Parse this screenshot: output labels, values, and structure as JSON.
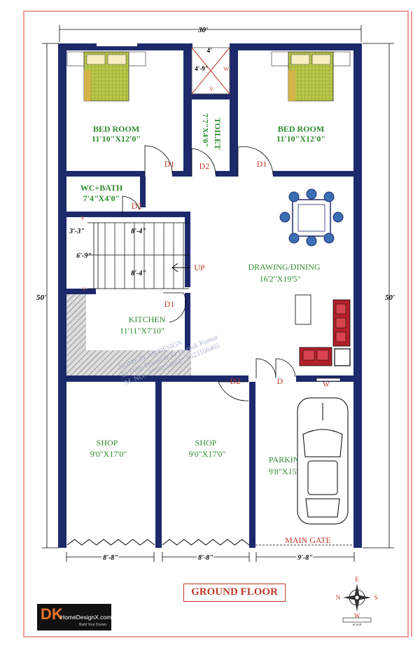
{
  "title": "GROUND FLOOR",
  "dimensions": {
    "overall_width": "30'",
    "overall_depth_left": "50'",
    "overall_depth_right": "50'",
    "toilet_top_w": "4'",
    "toilet_top_h": "4'-9\"",
    "stair_offset": "3'-3\"",
    "stair_width_1": "8'-4\"",
    "stair_landing": "6'-9\"",
    "stair_width_2": "8'-4\"",
    "bottom_1": "8'-8\"",
    "bottom_2": "8'-8\"",
    "bottom_3": "9'-8\""
  },
  "rooms": {
    "bedroom_left": {
      "name": "BED ROOM",
      "size": "11'10\"X12'0\""
    },
    "bedroom_right": {
      "name": "BED ROOM",
      "size": "11'10\"X12'0\""
    },
    "toilet": {
      "name": "TOILET",
      "size": "7'7\"X4'0\""
    },
    "wc_bath": {
      "name": "WC+BATH",
      "size": "7'4\"X4'0\""
    },
    "drawing_dining": {
      "name": "DRAWING/DINING",
      "size": "16'2\"X19'5\""
    },
    "kitchen": {
      "name": "KITCHEN",
      "size": "11'11\"X7'10\""
    },
    "shop_1": {
      "name": "SHOP",
      "size": "9'0\"X17'0\""
    },
    "shop_2": {
      "name": "SHOP",
      "size": "9'0\"X17'0\""
    },
    "parking": {
      "name": "PARKING",
      "size": "9'8\"X15'11\""
    }
  },
  "labels": {
    "up": "UP",
    "main_gate": "MAIN GATE",
    "door_d1_a": "D1",
    "door_d2_a": "D2",
    "door_d1_b": "D1",
    "door_d2_b": "D2",
    "door_d1_c": "D1",
    "door_d2_c": "D2",
    "door_d": "D",
    "window_w_a": "W",
    "window_v": "V",
    "window_w_b": "W",
    "icon_v": "V"
  },
  "compass": {
    "n": "N",
    "e": "E",
    "s": "S",
    "w": "W",
    "scale": "SCALE"
  },
  "watermark": {
    "line1": "HOME PLAN DESIGN",
    "line2": "Er Dilip Prasad & Er Deepak Kumar",
    "line3": "M. NO:- 8709224602 / 9523108465"
  },
  "logo": {
    "mark": "DK",
    "site": "HomeDesignX.com",
    "tagline": "Build Your Dream"
  },
  "colors": {
    "wall": "#1c2a6b",
    "border": "#e3807a",
    "room_text": "#2e8b2e",
    "red_text": "#c0392b",
    "fixture": "#b8c94a",
    "sofa": "#b3202a"
  }
}
